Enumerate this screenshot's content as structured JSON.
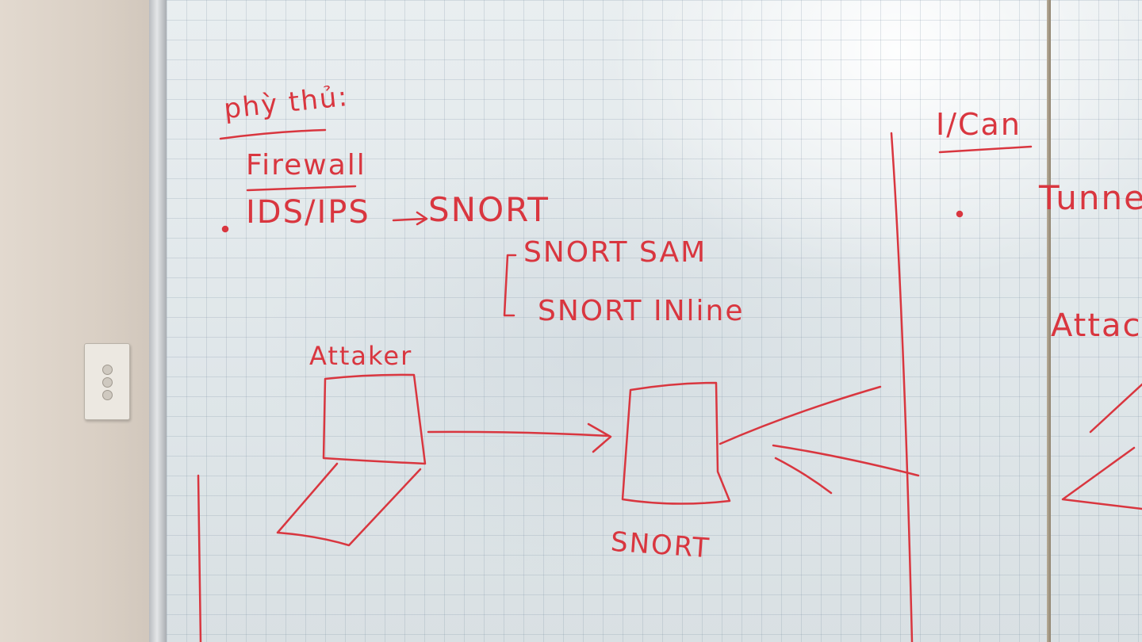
{
  "whiteboard": {
    "heading": "phỳ thủ:",
    "firewall": "Firewall",
    "ids_ips": "IDS/IPS",
    "arrow_target": "SNORT",
    "snort_sam": "SNORT SAM",
    "snort_inline": "SNORT INline",
    "attacker_label": "Attaker",
    "snort_label": "SNORT",
    "right_heading": "I/Can",
    "right_tunnel": "Tunnel",
    "right_attacker": "Attac"
  },
  "colors": {
    "marker": "#d9363f",
    "board": "#e4eaec",
    "wall": "#ddd3c8"
  }
}
